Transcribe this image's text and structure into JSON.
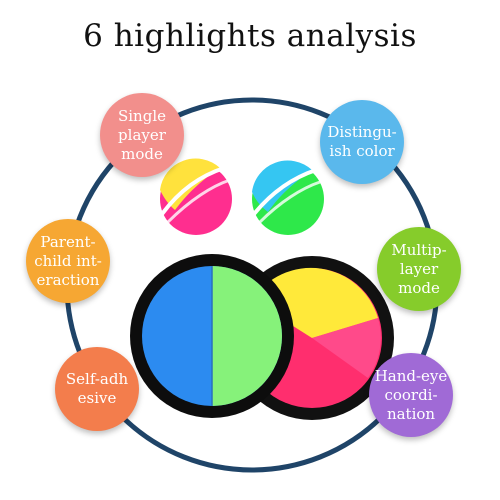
{
  "headline": "6 highlights analysis",
  "colors": {
    "ring": "#1f4468",
    "background": "#ffffff"
  },
  "badges": [
    {
      "text": "Single\nplayer\nmode",
      "color": "#f28f8c"
    },
    {
      "text": "Distingu-\nish color",
      "color": "#5ab8ec"
    },
    {
      "text": "Parent-\nchild int-\neraction",
      "color": "#f6a733"
    },
    {
      "text": "Multip-\nlayer\nmode",
      "color": "#86cc2b"
    },
    {
      "text": "Self-adh\nesive",
      "color": "#f37d4c"
    },
    {
      "text": "Hand-eye\ncoordi-\nnation",
      "color": "#a06ad6"
    }
  ],
  "product": {
    "ball_left_colors": [
      "#ff2e8f",
      "#ffe23d",
      "#ffffff"
    ],
    "ball_right_colors": [
      "#2ee84a",
      "#35c6f2",
      "#ffffff"
    ],
    "disc_left_colors": [
      "#2c8bf0",
      "#86f27a"
    ],
    "disc_right_colors": [
      "#ff2e6e",
      "#ffe93a",
      "#ff4a8a"
    ]
  }
}
